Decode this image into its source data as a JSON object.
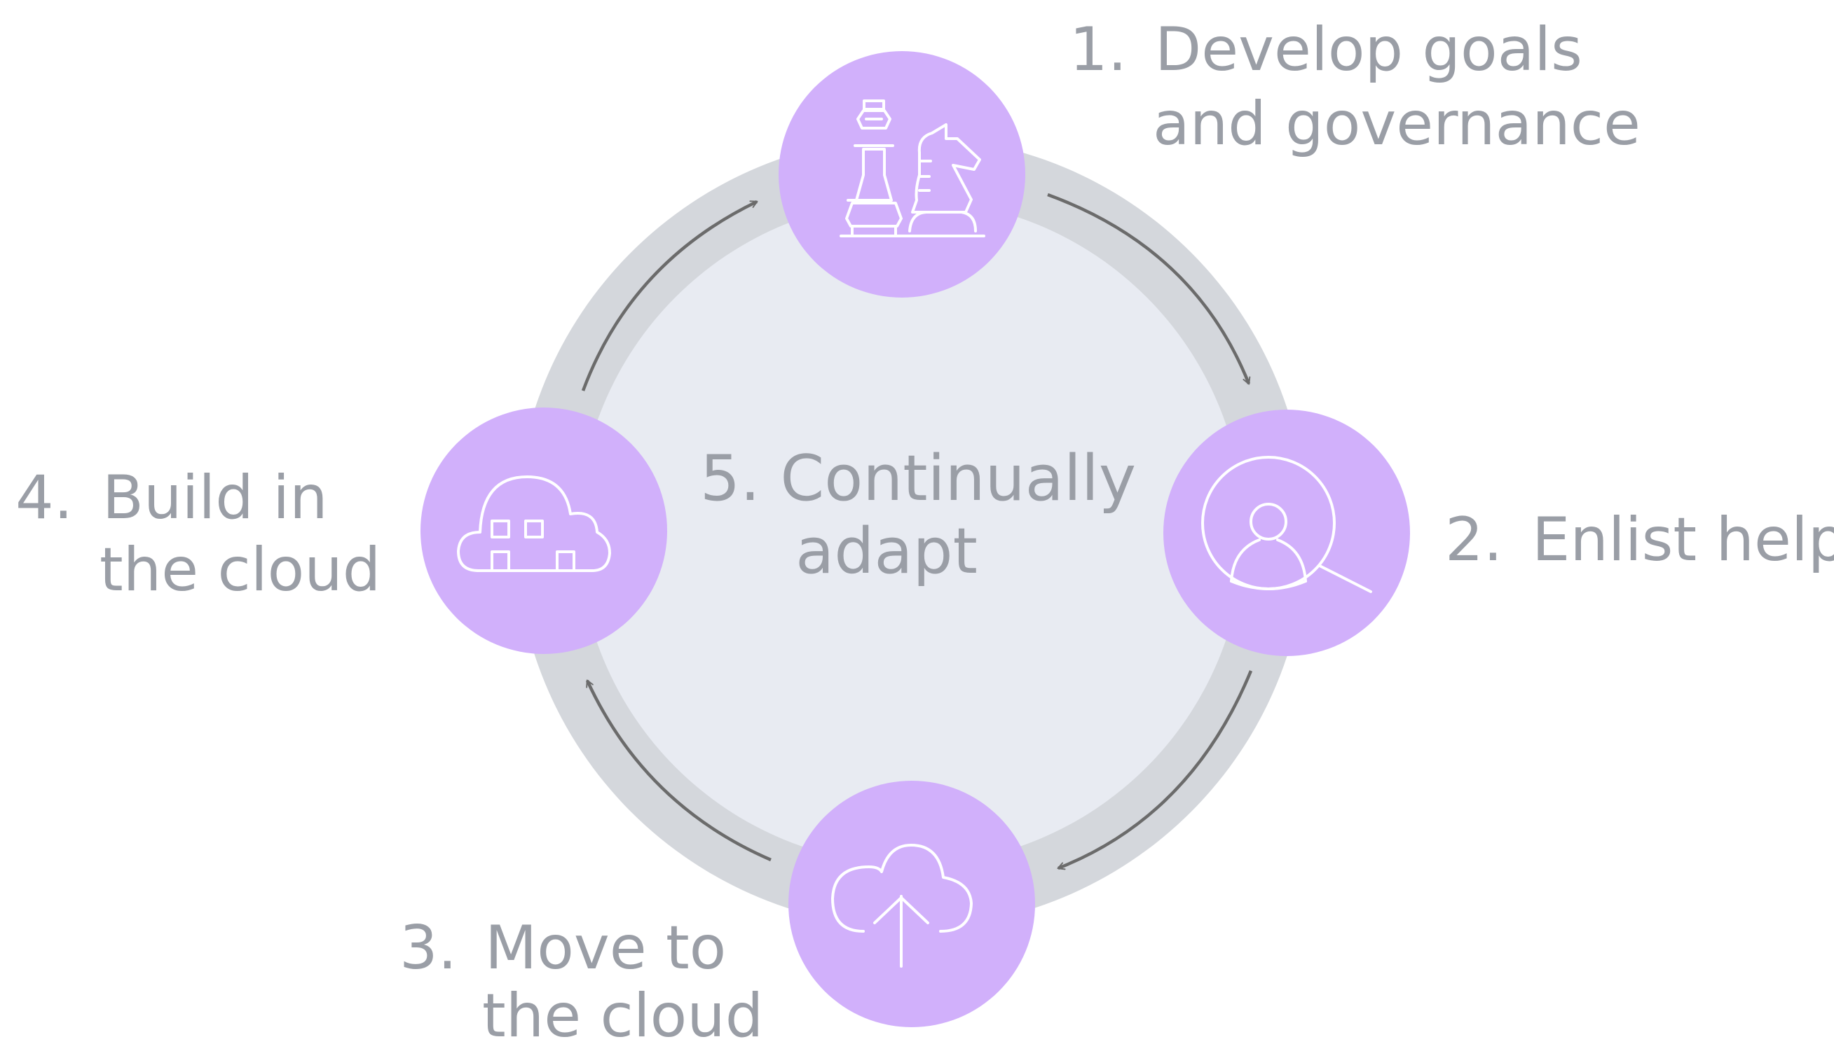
{
  "colors": {
    "ring_outer": "#d4d7dc",
    "ring_inner": "#e8ebf2",
    "node_fill": "#d1b0fb",
    "icon_stroke": "#ffffff",
    "arrow_stroke": "#6b6b6b",
    "label_text": "#9a9ea6"
  },
  "center": {
    "line1": "5. Continually",
    "line2": "adapt"
  },
  "steps": [
    {
      "number": "1.",
      "line1": "Develop goals",
      "line2": "and governance",
      "icon": "chess-pieces-icon"
    },
    {
      "number": "2.",
      "line1": "Enlist help",
      "line2": "",
      "icon": "person-search-icon"
    },
    {
      "number": "3.",
      "line1": "Move to",
      "line2": "the cloud",
      "icon": "cloud-upload-icon"
    },
    {
      "number": "4.",
      "line1": "Build in",
      "line2": "the cloud",
      "icon": "cloud-building-icon"
    }
  ]
}
